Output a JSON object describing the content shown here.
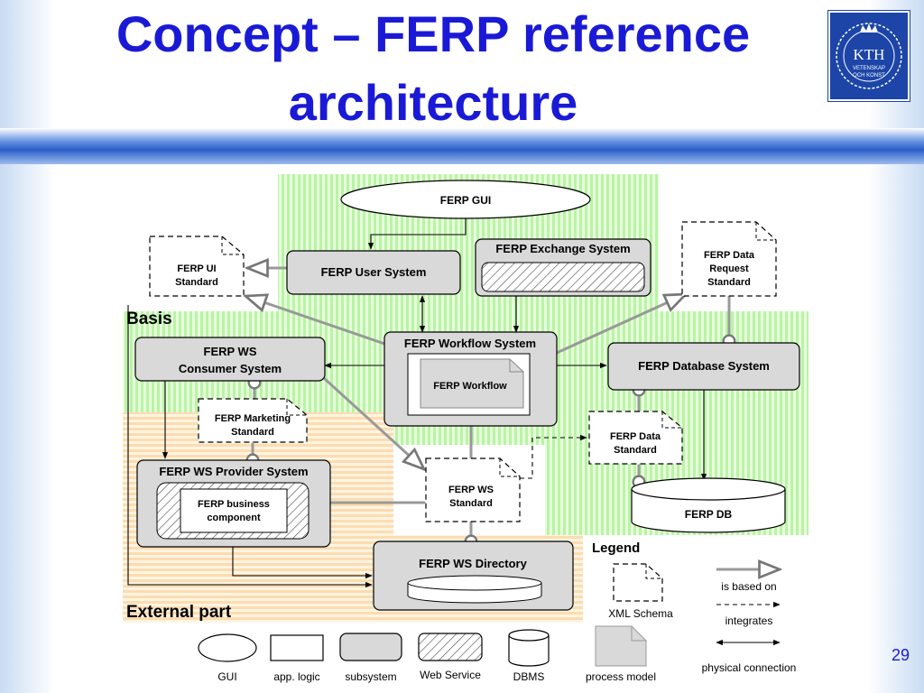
{
  "slide": {
    "title_line1": "Concept – FERP reference",
    "title_line2": "architecture",
    "page_number": "29"
  },
  "logo": {
    "text": "KTH",
    "sub1": "VETENSKAP",
    "sub2": "OCH KONST"
  },
  "regions": {
    "basis": "Basis",
    "external": "External part"
  },
  "nodes": {
    "gui": "FERP GUI",
    "ui_standard": [
      "FERP UI",
      "Standard"
    ],
    "user_system": "FERP User System",
    "exchange_system": "FERP Exchange System",
    "data_request_standard": [
      "FERP Data",
      "Request",
      "Standard"
    ],
    "ws_consumer": [
      "FERP WS",
      "Consumer System"
    ],
    "workflow_system": "FERP Workflow System",
    "workflow": "FERP Workflow",
    "database_system": "FERP Database System",
    "marketing_standard": [
      "FERP Marketing",
      "Standard"
    ],
    "data_standard": [
      "FERP Data",
      "Standard"
    ],
    "ws_provider": "FERP WS Provider System",
    "business_component": [
      "FERP business",
      "component"
    ],
    "ws_standard": [
      "FERP WS",
      "Standard"
    ],
    "db": "FERP DB",
    "ws_directory": "FERP WS Directory"
  },
  "legend": {
    "title": "Legend",
    "xml_schema": "XML Schema",
    "based_on": "is based on",
    "integrates": "integrates",
    "physical": "physical connection",
    "gui": "GUI",
    "app_logic": "app. logic",
    "subsystem": "subsystem",
    "web_service": "Web Service",
    "dbms": "DBMS",
    "process_model": "process model"
  },
  "colors": {
    "title": "#1a1ad6",
    "basis_fill": "#c9f7b8",
    "external_fill": "#fde5c2",
    "subsystem_fill": "#d9d9d9"
  }
}
